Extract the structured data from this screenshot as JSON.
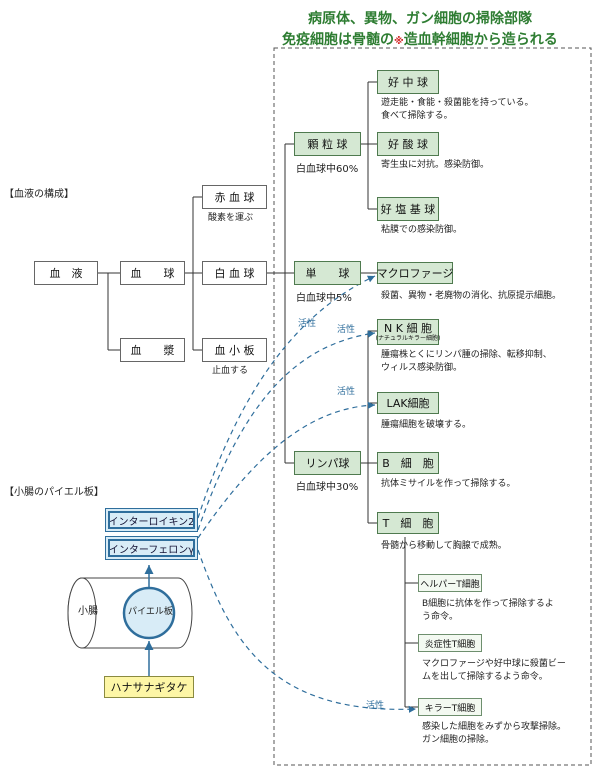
{
  "title": {
    "line1": "病原体、異物、ガン細胞の掃除部隊",
    "line2_a": "免疫細胞は骨髄の",
    "mark": "※",
    "line2_b": "造血幹細胞から造られる"
  },
  "sections": {
    "blood": "【血液の構成】",
    "peyer": "【小腸のパイエル板】"
  },
  "blood_tree": {
    "blood": "血　液",
    "cells": "血　　球",
    "plasma": "血　　漿",
    "rbc": "赤 血 球",
    "rbc_note": "酸素を運ぶ",
    "wbc": "白 血 球",
    "platelet": "血 小 板",
    "platelet_note": "止血する"
  },
  "wbc_types": {
    "granulocyte": "顆 粒 球",
    "granulocyte_pct": "白血球中60%",
    "monocyte": "単　　球",
    "monocyte_pct": "白血球中5%",
    "lymphocyte": "リンパ球",
    "lymphocyte_pct": "白血球中30%"
  },
  "cells": {
    "neutrophil": "好 中 球",
    "neutrophil_desc1": "遊走能・食能・殺菌能を持っている。",
    "neutrophil_desc2": "食べて掃除する。",
    "eosinophil": "好 酸 球",
    "eosinophil_desc": "寄生虫に対抗。感染防御。",
    "basophil": "好 塩 基 球",
    "basophil_desc": "粘膜での感染防御。",
    "macrophage": "マクロファージ",
    "macrophage_desc": "殺菌、異物・老廃物の消化、抗原提示細胞。",
    "nk": "N K 細 胞",
    "nk_sub": "(ナチュラルキラー細胞)",
    "nk_desc1": "腫瘍株とくにリンパ腫の掃除、転移抑制、",
    "nk_desc2": "ウィルス感染防御。",
    "lak": "LAK細胞",
    "lak_desc": "腫瘍細胞を破壊する。",
    "b": "B　細　胞",
    "b_desc": "抗体ミサイルを作って掃除する。",
    "t": "T　細　胞",
    "t_desc": "骨髄から移動して胸腺で成熟。",
    "helper_t": "ヘルパーT細胞",
    "helper_t_desc1": "B細胞に抗体を作って掃除するよ",
    "helper_t_desc2": "う命令。",
    "inducer_t": "炎症性T細胞",
    "inducer_t_desc1": "マクロファージや好中球に殺菌ビー",
    "inducer_t_desc2": "ムを出して掃除するよう命令。",
    "killer_t": "キラーT細胞",
    "killer_t_desc1": "感染した細胞をみずから攻撃掃除。",
    "killer_t_desc2": "ガン細胞の掃除。"
  },
  "peyer": {
    "il2": "インターロイキン2",
    "ifn": "インターフェロンγ",
    "intestine": "小腸",
    "patch": "パイエル板",
    "mushroom": "ハナサナギタケ"
  },
  "activation_labels": [
    "活性",
    "活性",
    "活性",
    "活性"
  ],
  "colors": {
    "title_green": "#2e7d32",
    "cell_green": "#d5e8d3",
    "cytokine_blue": "#d8ecf7",
    "arrow_blue": "#2f6e9c",
    "mushroom_yellow": "#fdf6a6",
    "mark_red": "#d32f2f"
  }
}
